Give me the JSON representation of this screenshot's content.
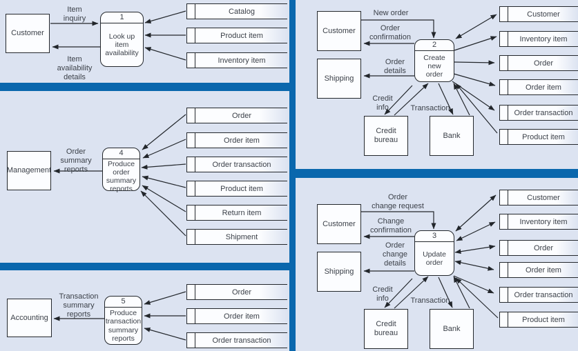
{
  "diagram": {
    "colors": {
      "bg": "#dce3f1",
      "divider": "#0a67ad",
      "line": "#22262b",
      "boxfill": "#fcfdff",
      "text": "#3a3f47"
    },
    "panels": {
      "lookup": {
        "entity": "Customer",
        "process": {
          "number": "1",
          "name": "Look up\nitem\navailability"
        },
        "flows": {
          "inquiry": "Item\ninquiry",
          "availability": "Item\navailability\ndetails"
        },
        "stores": [
          "Catalog",
          "Product item",
          "Inventory item"
        ]
      },
      "order_reports": {
        "entity": "Management",
        "process": {
          "number": "4",
          "name": "Produce\norder\nsummary\nreports"
        },
        "flows": {
          "reports": "Order\nsummary\nreports"
        },
        "stores": [
          "Order",
          "Order item",
          "Order transaction",
          "Product item",
          "Return item",
          "Shipment"
        ]
      },
      "transaction_reports": {
        "entity": "Accounting",
        "process": {
          "number": "5",
          "name": "Produce\ntransaction\nsummary\nreports"
        },
        "flows": {
          "reports": "Transaction\nsummary\nreports"
        },
        "stores": [
          "Order",
          "Order item",
          "Order transaction"
        ]
      },
      "create_order": {
        "entities": {
          "customer": "Customer",
          "shipping": "Shipping",
          "credit_bureau": "Credit\nbureau",
          "bank": "Bank"
        },
        "process": {
          "number": "2",
          "name": "Create\nnew\norder"
        },
        "flows": {
          "new_order": "New order",
          "confirmation": "Order\nconfirmation",
          "details": "Order\ndetails",
          "credit": "Credit\ninfo",
          "transaction": "Transaction"
        },
        "stores": [
          "Customer",
          "Inventory item",
          "Order",
          "Order item",
          "Order transaction",
          "Product item"
        ]
      },
      "update_order": {
        "entities": {
          "customer": "Customer",
          "shipping": "Shipping",
          "credit_bureau": "Credit\nbureau",
          "bank": "Bank"
        },
        "process": {
          "number": "3",
          "name": "Update\norder"
        },
        "flows": {
          "change_request": "Order\nchange request",
          "confirmation": "Change\nconfirmation",
          "details": "Order\nchange\ndetails",
          "credit": "Credit\ninfo",
          "transaction": "Transaction"
        },
        "stores": [
          "Customer",
          "Inventory item",
          "Order",
          "Order item",
          "Order transaction",
          "Product item"
        ]
      }
    }
  }
}
